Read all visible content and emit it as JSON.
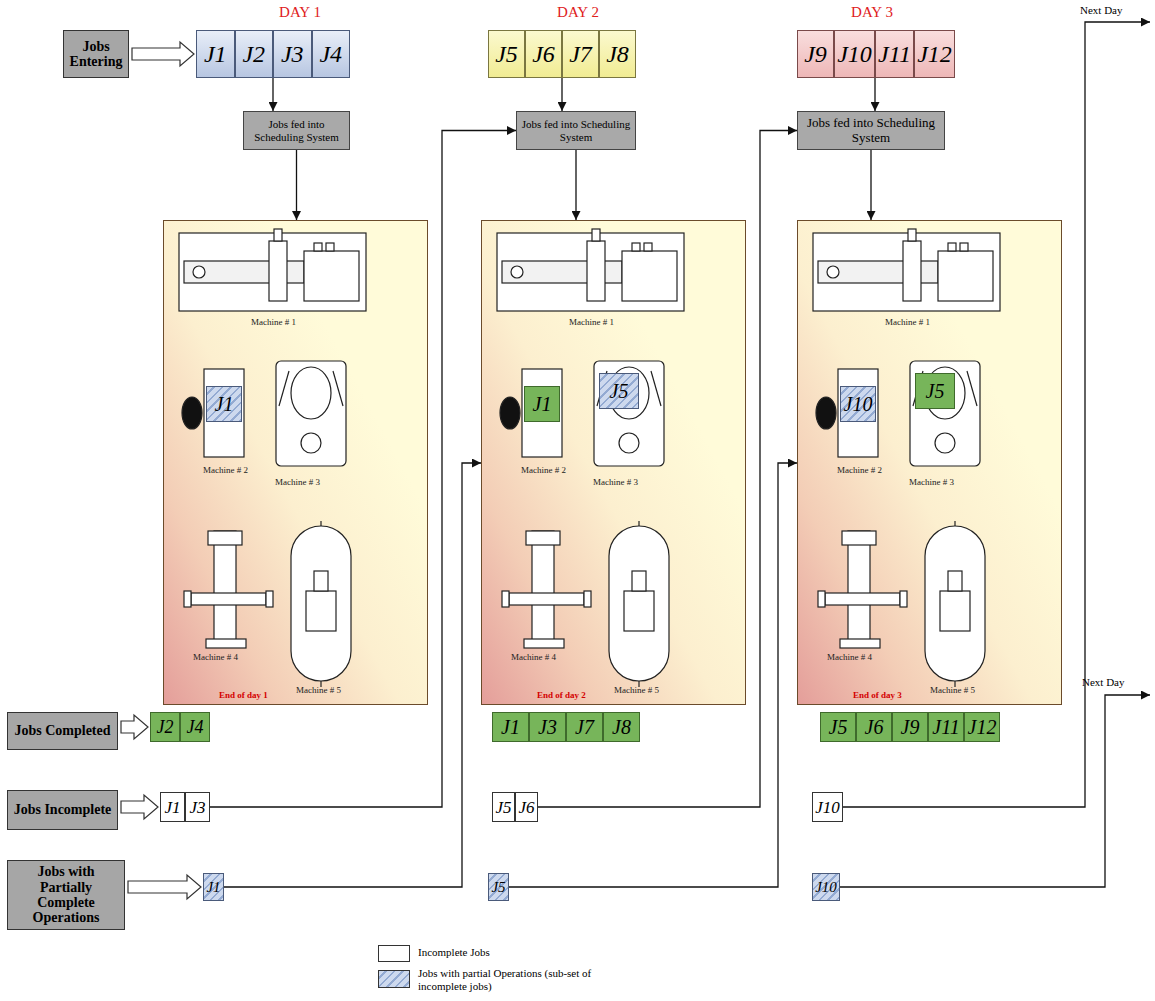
{
  "diagram": {
    "nodes": [
      {
        "text": [
          "Jobs Entering"
        ]
      },
      {
        "text": [
          "J1"
        ]
      },
      {
        "text": [
          "J2"
        ]
      },
      {
        "text": [
          "J3"
        ]
      },
      {
        "text": [
          "J4"
        ]
      },
      {
        "text": [
          "J5"
        ]
      },
      {
        "text": [
          "J6"
        ]
      },
      {
        "text": [
          "J7"
        ]
      },
      {
        "text": [
          "J8"
        ]
      },
      {
        "text": [
          "J9"
        ]
      },
      {
        "text": [
          "J10"
        ]
      },
      {
        "text": [
          "J11"
        ]
      },
      {
        "text": [
          "J12"
        ]
      },
      {
        "text": [
          "Jobs fed into Scheduling System"
        ]
      },
      {
        "text": [
          "Jobs fed into Scheduling System"
        ]
      },
      {
        "text": [
          "Jobs fed into Scheduling System"
        ]
      },
      {
        "text": [
          "End of day 1"
        ]
      },
      {
        "text": [
          "J1"
        ],
        "in": 16
      },
      {
        "text": [
          "End of day 2"
        ]
      },
      {
        "text": [
          "J1"
        ],
        "in": 18
      },
      {
        "text": [
          "J5"
        ],
        "in": 18
      },
      {
        "text": [
          "End of day 3"
        ]
      },
      {
        "text": [
          "J10"
        ],
        "in": 21
      },
      {
        "text": [
          "J5"
        ],
        "in": 21
      },
      {
        "text": [
          "Jobs Completed"
        ]
      },
      {
        "text": [
          "J2"
        ]
      },
      {
        "text": [
          "J4"
        ]
      },
      {
        "text": [
          "J1"
        ]
      },
      {
        "text": [
          "J3"
        ]
      },
      {
        "text": [
          "J7"
        ]
      },
      {
        "text": [
          "J8"
        ]
      },
      {
        "text": [
          "J5"
        ]
      },
      {
        "text": [
          "J6"
        ]
      },
      {
        "text": [
          "J9"
        ]
      },
      {
        "text": [
          "J11"
        ]
      },
      {
        "text": [
          "J12"
        ]
      },
      {
        "text": [
          "Jobs Incomplete"
        ]
      },
      {
        "text": [
          "J1"
        ]
      },
      {
        "text": [
          "J3"
        ]
      },
      {
        "text": [
          "J5"
        ]
      },
      {
        "text": [
          "J6"
        ]
      },
      {
        "text": [
          "J10"
        ]
      },
      {
        "text": [
          "Jobs with Partially Complete Operations"
        ]
      },
      {
        "text": [
          "J1"
        ]
      },
      {
        "text": [
          "J5"
        ]
      },
      {
        "text": [
          "J10"
        ]
      }
    ],
    "edges": [
      {
        "from": 0,
        "to": 1,
        "arrow": "to"
      },
      {
        "from": 2,
        "to": 13,
        "arrow": "to"
      },
      {
        "from": 6,
        "to": 14,
        "arrow": "to"
      },
      {
        "from": 10,
        "to": 15,
        "arrow": "to"
      },
      {
        "from": 13,
        "to": 16,
        "arrow": "to"
      },
      {
        "from": 14,
        "to": 18,
        "arrow": "to"
      },
      {
        "from": 15,
        "to": 21,
        "arrow": "to"
      },
      {
        "from": 24,
        "to": 25,
        "arrow": "to"
      },
      {
        "from": 36,
        "to": 37,
        "arrow": "to"
      },
      {
        "from": 42,
        "to": 43,
        "arrow": "to"
      },
      {
        "from": 38,
        "to": 14,
        "arrow": "to"
      },
      {
        "from": 43,
        "to": 18,
        "arrow": "to"
      },
      {
        "from": 40,
        "to": 15,
        "arrow": "to"
      },
      {
        "from": 44,
        "to": 21,
        "arrow": "to"
      }
    ],
    "labels": [
      "DAY 1",
      "DAY 2",
      "DAY 3",
      "Machine # 1",
      "Machine # 2",
      "Machine # 3",
      "Machine # 4",
      "Machine # 5",
      "Machine # 1",
      "Machine # 2",
      "Machine # 3",
      "Machine # 4",
      "Machine # 5",
      "Machine # 1",
      "Machine # 2",
      "Machine # 3",
      "Machine # 4",
      "Machine # 5",
      "Next Day",
      "Next Day"
    ],
    "legend": [
      {
        "text": "Incomplete Jobs",
        "color": "#ffffff"
      },
      {
        "text": "Jobs with partial Operations (sub-set of incomplete jobs)"
      }
    ]
  }
}
